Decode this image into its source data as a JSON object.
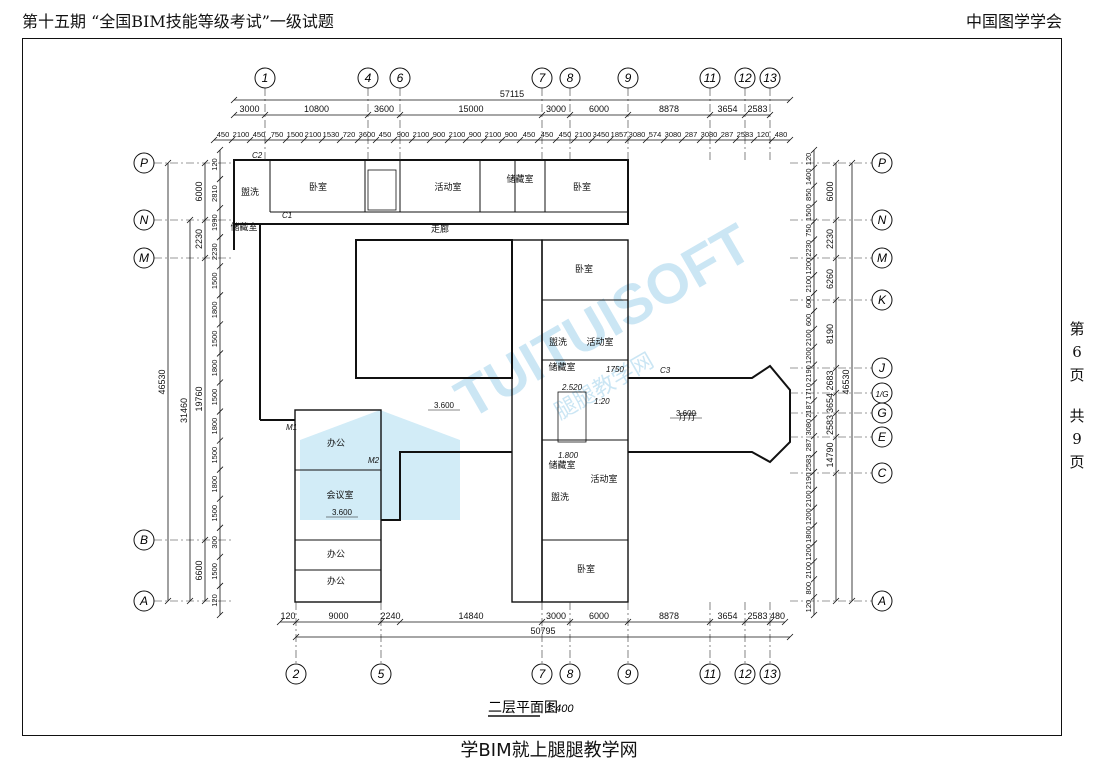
{
  "header": {
    "left": "第十五期 “全国BIM技能等级考试”一级试题",
    "right": "中国图学学会"
  },
  "side": {
    "chars": [
      "第",
      "6",
      "页",
      "",
      "共",
      "9",
      "页"
    ]
  },
  "footer": "学BIM就上腿腿教学网",
  "watermark": {
    "text1": "TUITUISOFT",
    "text2": "腿腿教学网"
  },
  "drawing": {
    "title": "二层平面图",
    "scale": "1:400",
    "top_axes": [
      "1",
      "4",
      "6",
      "7",
      "8",
      "9",
      "11",
      "12",
      "13"
    ],
    "bottom_axes": [
      "2",
      "5",
      "7",
      "8",
      "9",
      "11",
      "12",
      "13"
    ],
    "left_axes": [
      "P",
      "N",
      "M",
      "B",
      "A"
    ],
    "right_axes": [
      "P",
      "N",
      "M",
      "K",
      "J",
      "1/G",
      "G",
      "E",
      "C",
      "A"
    ],
    "top_overall": "57115",
    "top_dims": [
      "3000",
      "10800",
      "3600",
      "15000",
      "3000",
      "6000",
      "8878",
      "3654",
      "2583"
    ],
    "top_detail": [
      "450",
      "2100",
      "450",
      "750",
      "1500",
      "2100",
      "1530",
      "720",
      "3600",
      "450",
      "900",
      "2100",
      "900",
      "2100",
      "900",
      "2100",
      "900",
      "450",
      "450",
      "450",
      "2100",
      "3450",
      "1857",
      "3080",
      "574",
      "3080",
      "287",
      "3080",
      "287",
      "2583",
      "120",
      "480"
    ],
    "bottom_overall": "50795",
    "bottom_dims": [
      "120",
      "9000",
      "2240",
      "14840",
      "3000",
      "6000",
      "8878",
      "3654",
      "2583",
      "480"
    ],
    "left_outer": [
      "46530"
    ],
    "left_mid": [
      "31460"
    ],
    "left_inner": [
      "6000",
      "2230",
      "19760",
      "6600"
    ],
    "left_detail": [
      "120",
      "2810",
      "1990",
      "2230",
      "1500",
      "1800",
      "1500",
      "1800",
      "1500",
      "1800",
      "1500",
      "1800",
      "1500",
      "300",
      "1500",
      "120"
    ],
    "right_outer": [
      "46530"
    ],
    "right_mid": [
      "6000",
      "2230",
      "6260",
      "8190",
      "2683",
      "3654",
      "2583",
      "14790"
    ],
    "right_detail": [
      "120",
      "1400",
      "850",
      "1500",
      "750",
      "2230",
      "1200",
      "2100",
      "600",
      "600",
      "2100",
      "1200",
      "2190",
      "1710",
      "2187",
      "3080",
      "287",
      "2583",
      "2190",
      "2100",
      "1200",
      "1800",
      "1200",
      "2100",
      "800",
      "120"
    ],
    "rooms": [
      "卧室",
      "活动室",
      "储藏室",
      "卧室",
      "储藏室",
      "盥洗",
      "走廊",
      "卧室",
      "盥洗",
      "活动室",
      "储藏室",
      "厅厅",
      "办公",
      "会议室",
      "办公",
      "办公",
      "储藏室",
      "盥洗",
      "活动室",
      "卧室"
    ],
    "elev": [
      "3.600",
      "3.600",
      "3.600"
    ],
    "labels": [
      "C2",
      "C1",
      "M1",
      "M2",
      "C3",
      "1.800",
      "2.520",
      "1:20",
      "1750"
    ]
  }
}
